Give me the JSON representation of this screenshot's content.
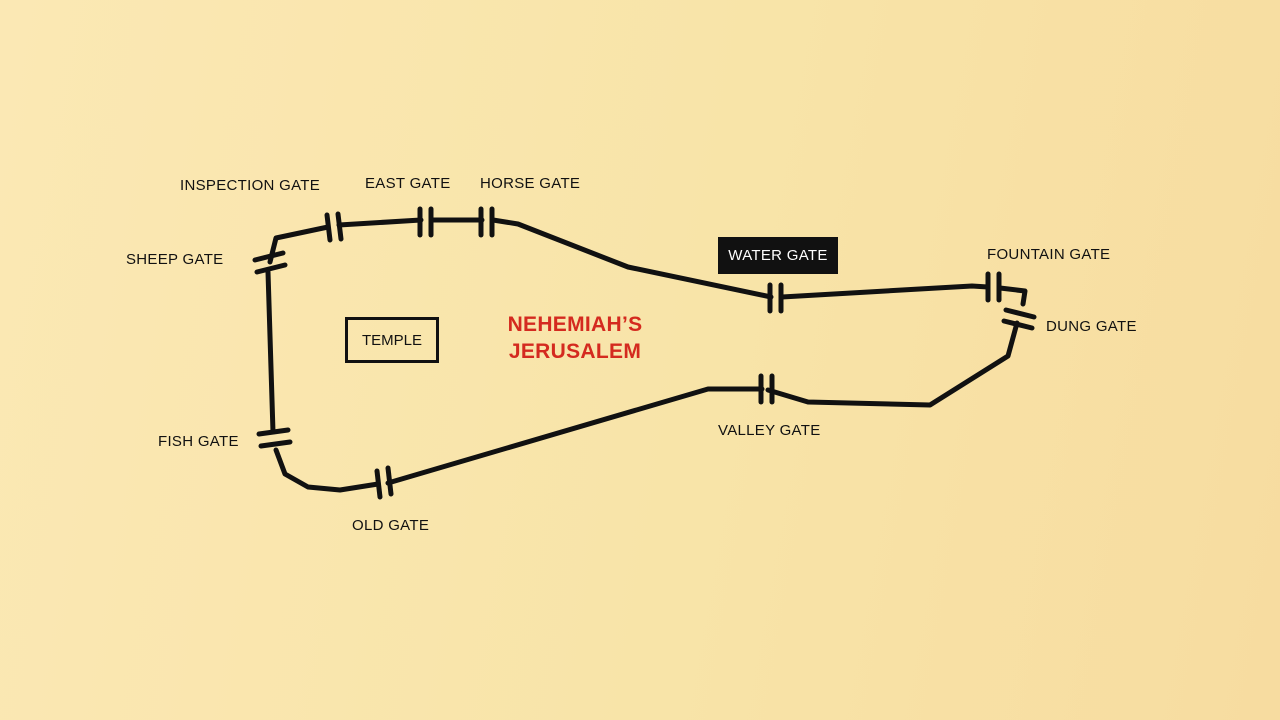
{
  "title_line1": "NEHEMIAH’S",
  "title_line2": "JERUSALEM",
  "temple": "TEMPLE",
  "gates": {
    "inspection": "INSPECTION GATE",
    "east": "EAST GATE",
    "horse": "HORSE GATE",
    "sheep": "SHEEP GATE",
    "water": "WATER GATE",
    "fountain": "FOUNTAIN GATE",
    "dung": "DUNG GATE",
    "fish": "FISH GATE",
    "valley": "VALLEY GATE",
    "old": "OLD GATE"
  },
  "colors": {
    "background": "#f9e6ae",
    "wall": "#111111",
    "title": "#d42a1f",
    "highlight_box": "#111111",
    "highlight_text": "#ffffff"
  }
}
